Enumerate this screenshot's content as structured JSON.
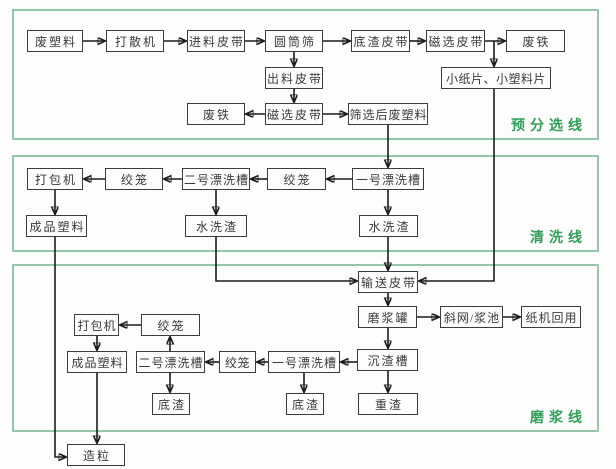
{
  "sections": [
    {
      "label": "预分选线"
    },
    {
      "label": "清洗线"
    },
    {
      "label": "磨浆线"
    }
  ],
  "nodes": [
    {
      "label": "废塑料"
    },
    {
      "label": "打散机"
    },
    {
      "label": "进料皮带"
    },
    {
      "label": "圆筒筛"
    },
    {
      "label": "底渣皮带"
    },
    {
      "label": "磁选皮带"
    },
    {
      "label": "废铁"
    },
    {
      "label": "出料皮带"
    },
    {
      "label": "小纸片、小塑料片"
    },
    {
      "label": "废铁"
    },
    {
      "label": "磁选皮带"
    },
    {
      "label": "筛选后废塑料"
    },
    {
      "label": "打包机"
    },
    {
      "label": "绞笼"
    },
    {
      "label": "二号漂洗槽"
    },
    {
      "label": "绞笼"
    },
    {
      "label": "一号漂洗槽"
    },
    {
      "label": "成品塑料"
    },
    {
      "label": "水洗渣"
    },
    {
      "label": "水洗渣"
    },
    {
      "label": "输送皮带"
    },
    {
      "label": "磨浆罐"
    },
    {
      "label": "斜网/浆池"
    },
    {
      "label": "纸机回用"
    },
    {
      "label": "打包机"
    },
    {
      "label": "绞笼"
    },
    {
      "label": "成品塑料"
    },
    {
      "label": "二号漂洗槽"
    },
    {
      "label": "绞笼"
    },
    {
      "label": "一号漂洗槽"
    },
    {
      "label": "沉渣槽"
    },
    {
      "label": "底渣"
    },
    {
      "label": "底渣"
    },
    {
      "label": "重渣"
    },
    {
      "label": "造粒"
    }
  ],
  "colors": {
    "section_border": "#93c7ab",
    "section_label": "#2f9e57",
    "node_border": "#3c3c3c",
    "line": "#1b1b1b"
  }
}
